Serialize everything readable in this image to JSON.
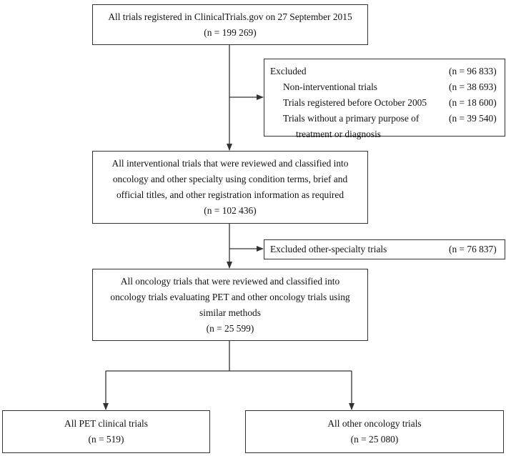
{
  "colors": {
    "border": "#333333",
    "text": "#111111",
    "background": "#ffffff"
  },
  "box_all_registered": {
    "line1": "All trials registered in ClinicalTrials.gov on 27 September 2015",
    "count": "(n = 199 269)"
  },
  "box_excluded": {
    "title": "Excluded",
    "title_count": "(n = 96 833)",
    "items": [
      {
        "label": "Non-interventional trials",
        "count": "(n = 38 693)"
      },
      {
        "label": "Trials registered before October 2005",
        "count": "(n = 18 600)"
      },
      {
        "label": "Trials without a primary purpose of",
        "label_cont": "treatment or diagnosis",
        "count": "(n = 39 540)"
      }
    ]
  },
  "box_interventional": {
    "lines": [
      "All interventional trials that were reviewed and classified into",
      "oncology and other specialty using condition terms, brief and",
      "official titles, and other registration information as required"
    ],
    "count": "(n = 102 436)"
  },
  "box_excluded_other": {
    "label": "Excluded other-specialty trials",
    "count": "(n = 76 837)"
  },
  "box_oncology": {
    "lines": [
      "All oncology trials that were reviewed and classified into",
      "oncology trials evaluating PET and other oncology trials using",
      "similar methods"
    ],
    "count": "(n = 25 599)"
  },
  "box_pet": {
    "label": "All PET clinical trials",
    "count": "(n = 519)"
  },
  "box_other_oncology": {
    "label": "All other oncology trials",
    "count": "(n = 25 080)"
  }
}
